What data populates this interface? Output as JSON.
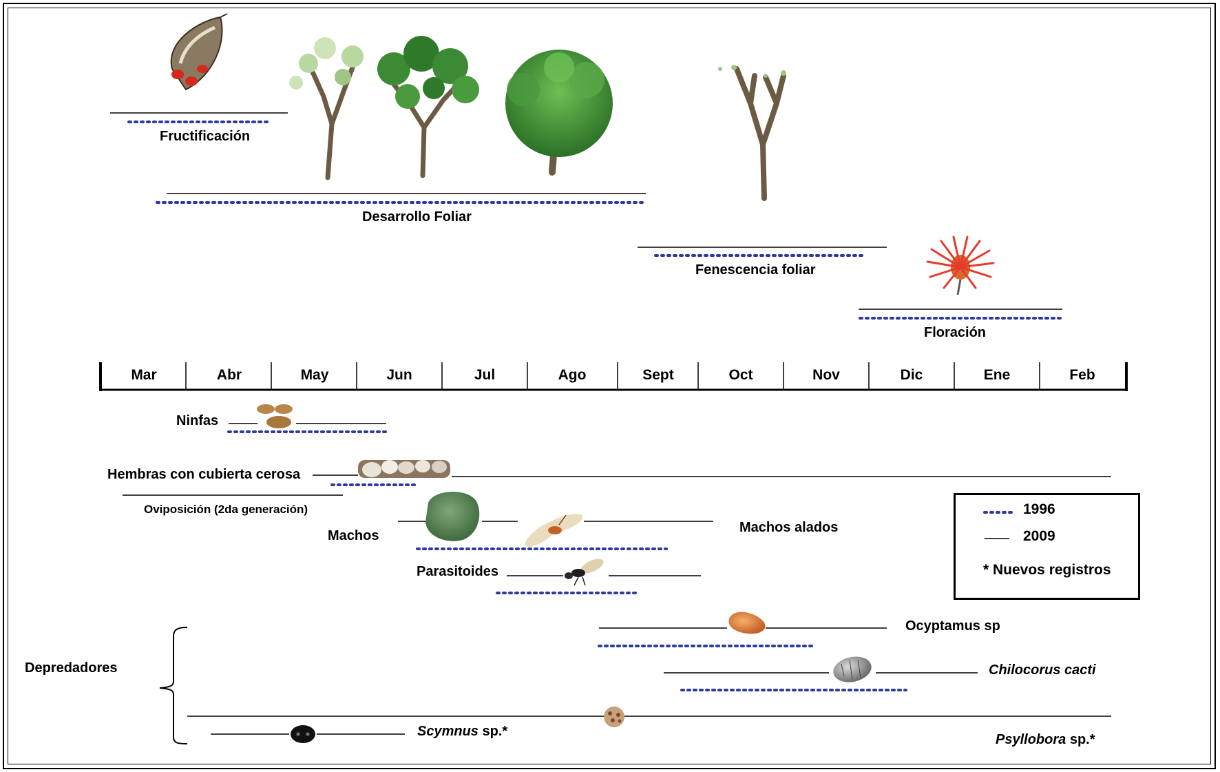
{
  "timeline": {
    "months": [
      "Mar",
      "Abr",
      "May",
      "Jun",
      "Jul",
      "Ago",
      "Sept",
      "Oct",
      "Nov",
      "Dic",
      "Ene",
      "Feb"
    ]
  },
  "phenology": {
    "fructificacion": "Fructificación",
    "desarrollo_foliar": "Desarrollo Foliar",
    "fenescencia_foliar": "Fenescencia foliar",
    "floracion": "Floración"
  },
  "insects": {
    "ninfas": "Ninfas",
    "hembras": "Hembras con cubierta cerosa",
    "oviposicion": "Oviposición  (2da generación)",
    "machos": "Machos",
    "machos_alados": "Machos alados",
    "parasitoides": "Parasitoides"
  },
  "predators": {
    "group_label": "Depredadores",
    "ocyptamus": "Ocyptamus sp",
    "chilocorus": "Chilocorus cacti",
    "scymnus_italic": "Scymnus",
    "scymnus_suffix": " sp.*",
    "psyllobora_italic": "Psyllobora",
    "psyllobora_suffix": " sp.*"
  },
  "legend": {
    "dotted_label": "1996",
    "solid_label": "2009",
    "star_label": "*  Nuevos registros"
  },
  "colors": {
    "dotted": "#2e3a9e",
    "solid": "#000000",
    "foliage_dark": "#2f7a2a",
    "foliage_light": "#58a845",
    "trunk": "#6b5a44",
    "flower": "#e53b2a"
  }
}
